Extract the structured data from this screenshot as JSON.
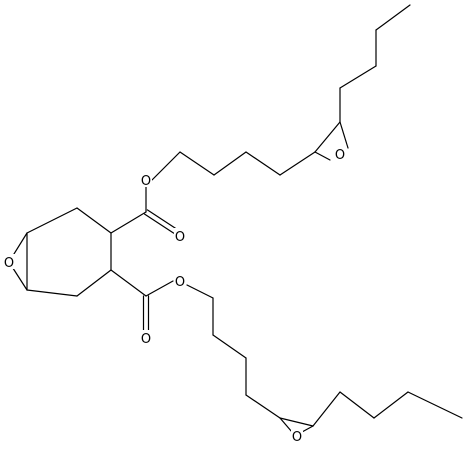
{
  "molecule": {
    "atom_labels": [
      {
        "id": "o-epoxide-ring",
        "text": "O"
      },
      {
        "id": "o-ester-upper",
        "text": "O"
      },
      {
        "id": "o-carbonyl-upper",
        "text": "O"
      },
      {
        "id": "o-ester-lower",
        "text": "O"
      },
      {
        "id": "o-carbonyl-lower",
        "text": "O"
      },
      {
        "id": "o-epoxide-upper-chain",
        "text": "O"
      },
      {
        "id": "o-epoxide-lower-chain",
        "text": "O"
      }
    ]
  }
}
